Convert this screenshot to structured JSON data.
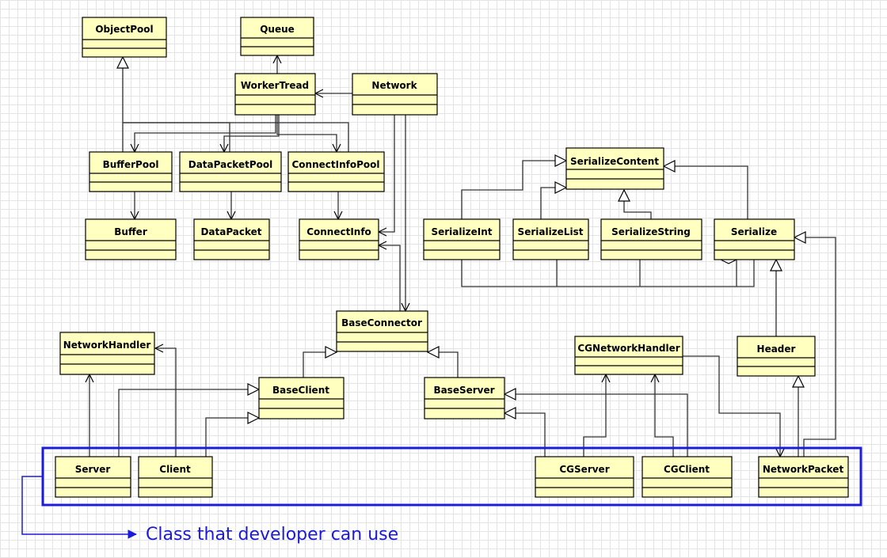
{
  "classes": {
    "object_pool": "ObjectPool",
    "queue": "Queue",
    "worker_tread": "WorkerTread",
    "network": "Network",
    "buffer_pool": "BufferPool",
    "data_packet_pool": "DataPacketPool",
    "connect_info_pool": "ConnectInfoPool",
    "buffer": "Buffer",
    "data_packet": "DataPacket",
    "connect_info": "ConnectInfo",
    "serialize_content": "SerializeContent",
    "serialize_int": "SerializeInt",
    "serialize_list": "SerializeList",
    "serialize_string": "SerializeString",
    "serialize": "Serialize",
    "base_connector": "BaseConnector",
    "network_handler": "NetworkHandler",
    "base_client": "BaseClient",
    "base_server": "BaseServer",
    "cg_network_handler": "CGNetworkHandler",
    "header": "Header",
    "server": "Server",
    "client": "Client",
    "cg_server": "CGServer",
    "cg_client": "CGClient",
    "network_packet": "NetworkPacket"
  },
  "note": {
    "text": "Class that developer can use"
  },
  "colors": {
    "class_fill": "#ffffc0",
    "class_border": "#000000",
    "highlight_box": "#1c1cd8",
    "note_text": "#1a1ad6"
  }
}
